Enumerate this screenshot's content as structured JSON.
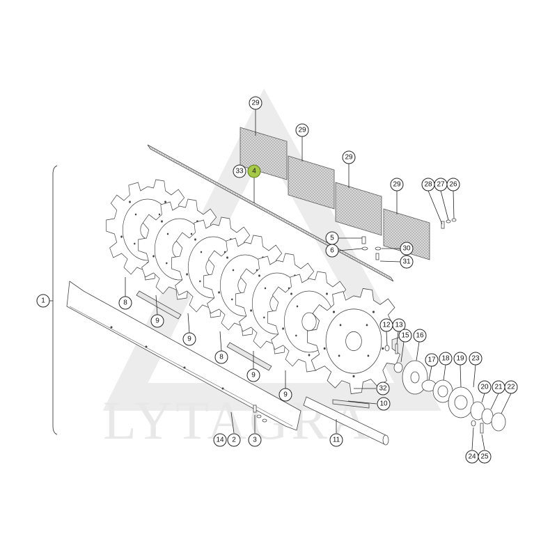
{
  "watermark": {
    "text": "LYTAGRA",
    "color": "#e8e8e8"
  },
  "highlight_color": "#a6c94a",
  "callouts": [
    {
      "id": "c29a",
      "label": "29",
      "highlight": false
    },
    {
      "id": "c29b",
      "label": "29",
      "highlight": false
    },
    {
      "id": "c29c",
      "label": "29",
      "highlight": false
    },
    {
      "id": "c29d",
      "label": "29",
      "highlight": false
    },
    {
      "id": "c33",
      "label": "33",
      "highlight": false
    },
    {
      "id": "c4",
      "label": "4",
      "highlight": true
    },
    {
      "id": "c28",
      "label": "28",
      "highlight": false
    },
    {
      "id": "c27",
      "label": "27",
      "highlight": false
    },
    {
      "id": "c26",
      "label": "26",
      "highlight": false
    },
    {
      "id": "c5",
      "label": "5",
      "highlight": false
    },
    {
      "id": "c6",
      "label": "6",
      "highlight": false
    },
    {
      "id": "c30",
      "label": "30",
      "highlight": false
    },
    {
      "id": "c31",
      "label": "31",
      "highlight": false
    },
    {
      "id": "c1",
      "label": "1",
      "highlight": false
    },
    {
      "id": "c8a",
      "label": "8",
      "highlight": false
    },
    {
      "id": "c9a",
      "label": "9",
      "highlight": false
    },
    {
      "id": "c9b",
      "label": "9",
      "highlight": false
    },
    {
      "id": "c8b",
      "label": "8",
      "highlight": false
    },
    {
      "id": "c9c",
      "label": "9",
      "highlight": false
    },
    {
      "id": "c9d",
      "label": "9",
      "highlight": false
    },
    {
      "id": "c12",
      "label": "12",
      "highlight": false
    },
    {
      "id": "c13",
      "label": "13",
      "highlight": false
    },
    {
      "id": "c15",
      "label": "15",
      "highlight": false
    },
    {
      "id": "c16",
      "label": "16",
      "highlight": false
    },
    {
      "id": "c17",
      "label": "17",
      "highlight": false
    },
    {
      "id": "c18",
      "label": "18",
      "highlight": false
    },
    {
      "id": "c19",
      "label": "19",
      "highlight": false
    },
    {
      "id": "c23",
      "label": "23",
      "highlight": false
    },
    {
      "id": "c20",
      "label": "20",
      "highlight": false
    },
    {
      "id": "c21",
      "label": "21",
      "highlight": false
    },
    {
      "id": "c22",
      "label": "22",
      "highlight": false
    },
    {
      "id": "c32",
      "label": "32",
      "highlight": false
    },
    {
      "id": "c10",
      "label": "10",
      "highlight": false
    },
    {
      "id": "c11",
      "label": "11",
      "highlight": false
    },
    {
      "id": "c14",
      "label": "14",
      "highlight": false
    },
    {
      "id": "c2",
      "label": "2",
      "highlight": false
    },
    {
      "id": "c3",
      "label": "3",
      "highlight": false
    },
    {
      "id": "c24",
      "label": "24",
      "highlight": false
    },
    {
      "id": "c25",
      "label": "25",
      "highlight": false
    }
  ]
}
